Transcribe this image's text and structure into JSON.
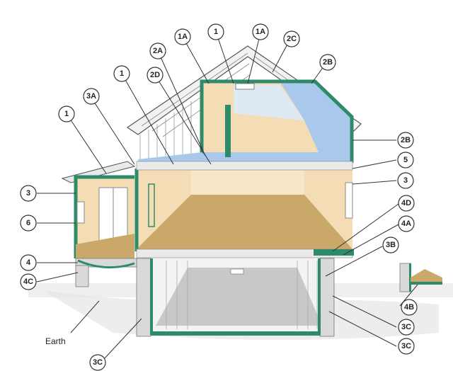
{
  "callouts": [
    {
      "id": "c-1a-left",
      "label": "1A"
    },
    {
      "id": "c-1-top",
      "label": "1"
    },
    {
      "id": "c-1a-right",
      "label": "1A"
    },
    {
      "id": "c-2c",
      "label": "2C"
    },
    {
      "id": "c-2a",
      "label": "2A"
    },
    {
      "id": "c-2b-top",
      "label": "2B"
    },
    {
      "id": "c-1-mid",
      "label": "1"
    },
    {
      "id": "c-2d",
      "label": "2D"
    },
    {
      "id": "c-3a",
      "label": "3A"
    },
    {
      "id": "c-1-left",
      "label": "1"
    },
    {
      "id": "c-2b-right",
      "label": "2B"
    },
    {
      "id": "c-5",
      "label": "5"
    },
    {
      "id": "c-3-right",
      "label": "3"
    },
    {
      "id": "c-3-left",
      "label": "3"
    },
    {
      "id": "c-4d",
      "label": "4D"
    },
    {
      "id": "c-6",
      "label": "6"
    },
    {
      "id": "c-4a",
      "label": "4A"
    },
    {
      "id": "c-3b",
      "label": "3B"
    },
    {
      "id": "c-4",
      "label": "4"
    },
    {
      "id": "c-4c",
      "label": "4C"
    },
    {
      "id": "c-4b",
      "label": "4B"
    },
    {
      "id": "c-3c-right1",
      "label": "3C"
    },
    {
      "id": "c-3c-right2",
      "label": "3C"
    },
    {
      "id": "c-3c-bottom",
      "label": "3C"
    }
  ],
  "earth_label": "Earth",
  "colors": {
    "insulation_green": "#2e8b6a",
    "wall_interior": "#f4ddb4",
    "floor": "#c9a86a",
    "attic_blue": "#a9c9ec",
    "roof_line": "#555555",
    "basement_floor": "#c8c8c8",
    "ground": "#e8e8e8"
  }
}
